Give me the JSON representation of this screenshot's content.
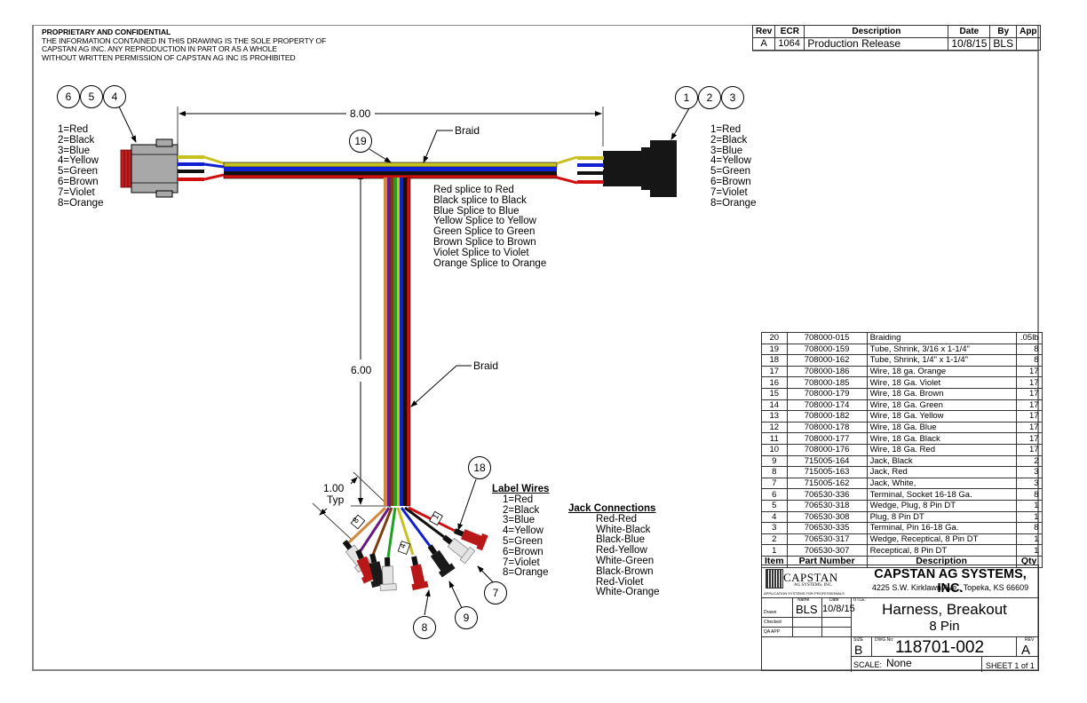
{
  "confidential": {
    "title": "PROPRIETARY AND CONFIDENTIAL",
    "lines": [
      "THE INFORMATION CONTAINED IN THIS DRAWING IS THE SOLE PROPERTY OF",
      "CAPSTAN AG INC. ANY REPRODUCTION IN PART OR AS A WHOLE",
      "WITHOUT WRITTEN PERMISSION OF CAPSTAN AG INC IS PROHIBITED"
    ]
  },
  "revision_table": {
    "headers": [
      "Rev",
      "ECR",
      "Description",
      "Date",
      "By",
      "App"
    ],
    "rows": [
      [
        "A",
        "1064",
        "Production Release",
        "10/8/15",
        "BLS",
        ""
      ]
    ]
  },
  "diagram": {
    "dim_length": "8.00",
    "dim_drop": "6.00",
    "dim_breakout": "1.00",
    "dim_breakout_note": "Typ",
    "braid_label": "Braid",
    "balloons_left": [
      "6",
      "5",
      "4"
    ],
    "balloons_right": [
      "1",
      "2",
      "3"
    ],
    "balloon_19": "19",
    "balloon_18": "18",
    "balloon_7": "7",
    "balloon_8": "8",
    "balloon_9": "9",
    "pin_legend": [
      "1=Red",
      "2=Black",
      "3=Blue",
      "4=Yellow",
      "5=Green",
      "6=Brown",
      "7=Violet",
      "8=Orange"
    ],
    "splice_notes": [
      "Red splice to Red",
      "Black splice to Black",
      "Blue Splice to Blue",
      "Yellow Splice to Yellow",
      "Green Splice to Green",
      "Brown Splice to Brown",
      "Violet Splice to Violet",
      "Orange Splice to Orange"
    ],
    "label_wires_title": "Label Wires",
    "label_wires": [
      "1=Red",
      "2=Black",
      "3=Blue",
      "4=Yellow",
      "5=Green",
      "6=Brown",
      "7=Violet",
      "8=Orange"
    ],
    "jack_connections_title": "Jack Connections",
    "jack_connections": [
      "Red-Red",
      "White-Black",
      "Black-Blue",
      "Red-Yellow",
      "White-Green",
      "Black-Brown",
      "Red-Violet",
      "White-Orange"
    ],
    "wire_tags": [
      "8",
      "4",
      "1"
    ],
    "colors": {
      "red": "#d01010",
      "black": "#111111",
      "blue": "#1020d0",
      "yellow": "#c8c020",
      "green": "#20a020",
      "brown": "#7a3e10",
      "violet": "#6a1a80",
      "orange": "#d08a40",
      "connector_gray": "#a8a8a8",
      "connector_black": "#161616",
      "seal_red": "#c02020",
      "jack_red": "#b81818",
      "jack_white": "#e4e4e4",
      "jack_black": "#1a1a1a"
    }
  },
  "bom": {
    "headers": [
      "Item",
      "Part Number",
      "Description",
      "Qty"
    ],
    "rows": [
      [
        "20",
        "708000-015",
        "Braiding",
        ".05lb"
      ],
      [
        "19",
        "708000-159",
        "Tube, Shrink, 3/16 x 1-1/4\"",
        "8"
      ],
      [
        "18",
        "708000-162",
        "Tube, Shrink, 1/4\" x 1-1/4\"",
        "8"
      ],
      [
        "17",
        "708000-186",
        "Wire, 18 ga. Orange",
        "17"
      ],
      [
        "16",
        "708000-185",
        "Wire, 18 Ga. Violet",
        "17"
      ],
      [
        "15",
        "708000-179",
        "Wire, 18 Ga. Brown",
        "17"
      ],
      [
        "14",
        "708000-174",
        "Wire, 18 Ga. Green",
        "17"
      ],
      [
        "13",
        "708000-182",
        "Wire, 18 Ga. Yellow",
        "17"
      ],
      [
        "12",
        "708000-178",
        "Wire, 18 Ga. Blue",
        "17"
      ],
      [
        "11",
        "708000-177",
        "Wire, 18 Ga. Black",
        "17"
      ],
      [
        "10",
        "708000-176",
        "Wire, 18 Ga. Red",
        "17"
      ],
      [
        "9",
        "715005-164",
        "Jack, Black",
        "2"
      ],
      [
        "8",
        "715005-163",
        "Jack, Red",
        "3"
      ],
      [
        "7",
        "715005-162",
        "Jack, White,",
        "3"
      ],
      [
        "6",
        "706530-336",
        "Terminal, Socket 16-18 Ga.",
        "8"
      ],
      [
        "5",
        "706530-318",
        "Wedge, Plug, 8 Pin DT",
        "1"
      ],
      [
        "4",
        "706530-308",
        "Plug, 8 Pin DT",
        "1"
      ],
      [
        "3",
        "706530-335",
        "Terminal, Pin 16-18 Ga.",
        "8"
      ],
      [
        "2",
        "706530-317",
        "Wedge, Receptical, 8 Pin DT",
        "1"
      ],
      [
        "1",
        "706530-307",
        "Receptical, 8 Pin DT",
        "1"
      ]
    ]
  },
  "title_block": {
    "logo_name": "CAPSTAN",
    "logo_sub": "AG SYSTEMS, INC.",
    "logo_tagline": "APPLICATION SYSTEMS FOR PROFESSIONALS",
    "company": "CAPSTAN AG SYSTEMS, INC.",
    "address": "4225 S.W. Kirklawn Ave., Topeka, KS 66609",
    "name_header": "Name",
    "date_header": "Date",
    "drawn_label": "Drawn",
    "drawn_name": "BLS",
    "drawn_date": "10/8/15",
    "checked_label": "Checked",
    "qa_label": "QA APP",
    "title_label": "TITLE:",
    "title_line1": "Harness, Breakout",
    "title_line2": "8 Pin",
    "size_label": "SIZE",
    "size": "B",
    "dwg_label": "DWG No:",
    "dwg_no": "118701-002",
    "rev_label": "REV",
    "rev": "A",
    "scale_label": "SCALE:",
    "scale": "None",
    "sheet": "SHEET 1 of 1"
  }
}
